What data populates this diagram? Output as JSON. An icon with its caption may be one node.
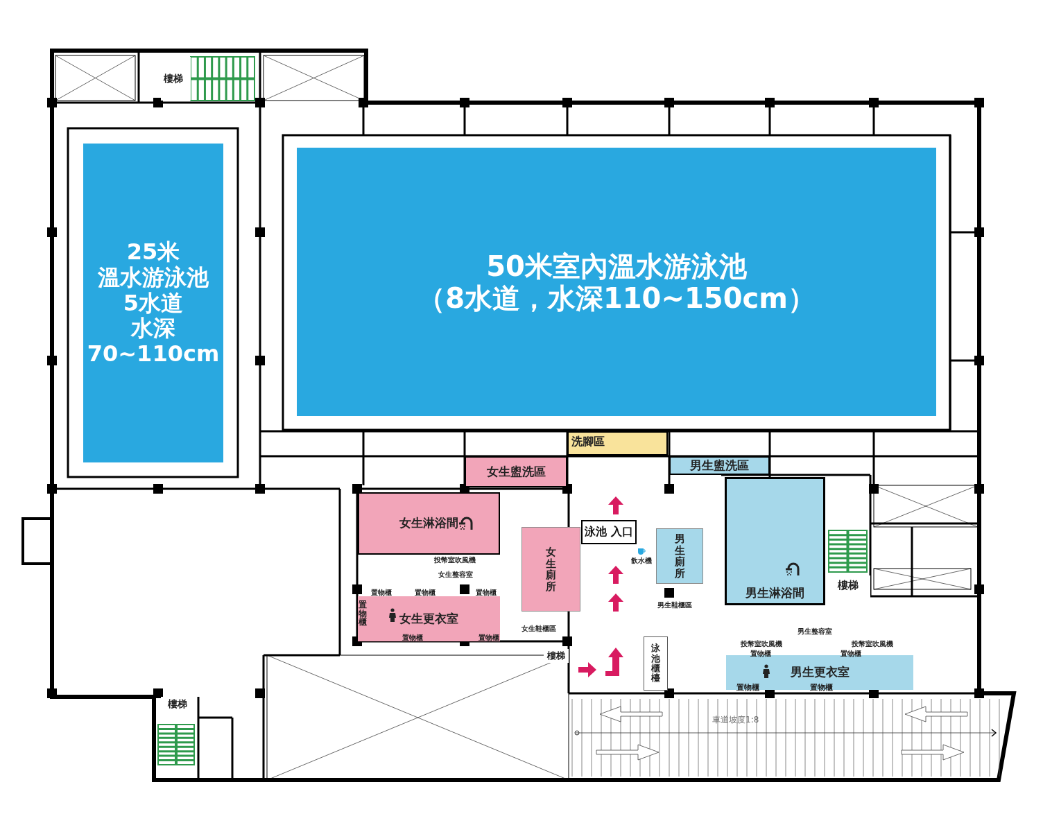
{
  "diagram": {
    "nodes": [
      {
        "text": [
          "25米",
          "溫水游泳池",
          "5水道",
          "水深",
          "70~110cm"
        ]
      },
      {
        "text": [
          "50米室內溫水游泳池",
          "（8水道，水深110~150cm）"
        ]
      },
      {
        "text": [
          "樓梯"
        ]
      },
      {
        "text": [
          "洗腳區"
        ]
      },
      {
        "text": [
          "女生盥洗區"
        ]
      },
      {
        "text": [
          "男生盥洗區"
        ]
      },
      {
        "text": [
          "女生淋浴間"
        ]
      },
      {
        "text": [
          "泳池 入口"
        ]
      },
      {
        "text": [
          "女生廁所"
        ]
      },
      {
        "text": [
          "男生廁所"
        ]
      },
      {
        "text": [
          "男生淋浴間"
        ]
      },
      {
        "text": [
          "樓梯"
        ]
      },
      {
        "text": [
          "女生更衣室"
        ]
      },
      {
        "text": [
          "泳池櫃檯"
        ]
      },
      {
        "text": [
          "樓梯"
        ]
      },
      {
        "text": [
          "男生更衣室"
        ]
      },
      {
        "text": [
          "樓梯"
        ]
      }
    ],
    "labels": [
      "投幣室吹風機",
      "飲水機",
      "女生整容室",
      "置物櫃",
      "置物櫃",
      "置物櫃",
      "置物櫃",
      "男生鞋櫃區",
      "女生鞋櫃區",
      "置物櫃",
      "置物櫃",
      "男生整容室",
      "投幣室吹風機",
      "投幣室吹風機",
      "置物櫃",
      "置物櫃",
      "置物櫃",
      "置物櫃",
      "車道坡度1:8"
    ]
  }
}
